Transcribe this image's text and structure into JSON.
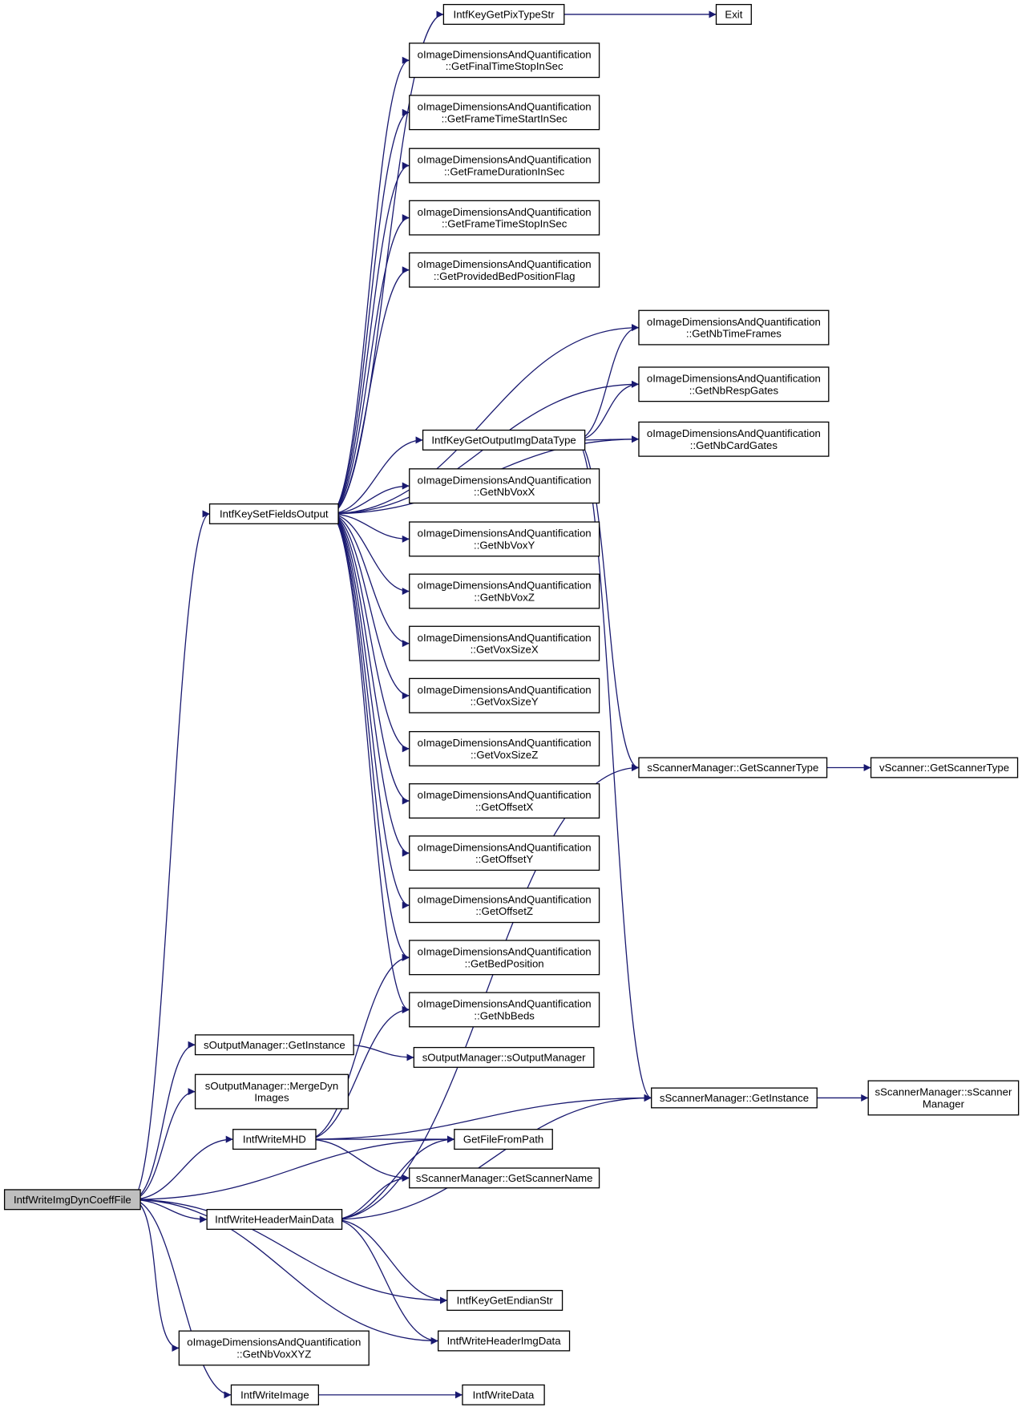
{
  "diagram": {
    "colors": {
      "edge": "#191970",
      "node_border": "#000000",
      "root_fill": "#bfbfbf",
      "node_fill": "#ffffff"
    },
    "nodes": [
      {
        "id": "root",
        "lines": [
          "IntfWriteImgDynCoeffFile"
        ]
      },
      {
        "id": "setfields",
        "lines": [
          "IntfKeySetFieldsOutput"
        ]
      },
      {
        "id": "pixtype",
        "lines": [
          "IntfKeyGetPixTypeStr"
        ]
      },
      {
        "id": "exit",
        "lines": [
          "Exit"
        ]
      },
      {
        "id": "finaltimestop",
        "lines": [
          "oImageDimensionsAndQuantification",
          "::GetFinalTimeStopInSec"
        ]
      },
      {
        "id": "frametimestart",
        "lines": [
          "oImageDimensionsAndQuantification",
          "::GetFrameTimeStartInSec"
        ]
      },
      {
        "id": "frameduration",
        "lines": [
          "oImageDimensionsAndQuantification",
          "::GetFrameDurationInSec"
        ]
      },
      {
        "id": "frametimestop",
        "lines": [
          "oImageDimensionsAndQuantification",
          "::GetFrameTimeStopInSec"
        ]
      },
      {
        "id": "bedflag",
        "lines": [
          "oImageDimensionsAndQuantification",
          "::GetProvidedBedPositionFlag"
        ]
      },
      {
        "id": "nbtimeframes",
        "lines": [
          "oImageDimensionsAndQuantification",
          "::GetNbTimeFrames"
        ]
      },
      {
        "id": "nbrespgates",
        "lines": [
          "oImageDimensionsAndQuantification",
          "::GetNbRespGates"
        ]
      },
      {
        "id": "nbcardgates",
        "lines": [
          "oImageDimensionsAndQuantification",
          "::GetNbCardGates"
        ]
      },
      {
        "id": "outputimgdatatype",
        "lines": [
          "IntfKeyGetOutputImgDataType"
        ]
      },
      {
        "id": "nbvoxx",
        "lines": [
          "oImageDimensionsAndQuantification",
          "::GetNbVoxX"
        ]
      },
      {
        "id": "nbvoxy",
        "lines": [
          "oImageDimensionsAndQuantification",
          "::GetNbVoxY"
        ]
      },
      {
        "id": "nbvoxz",
        "lines": [
          "oImageDimensionsAndQuantification",
          "::GetNbVoxZ"
        ]
      },
      {
        "id": "voxsizex",
        "lines": [
          "oImageDimensionsAndQuantification",
          "::GetVoxSizeX"
        ]
      },
      {
        "id": "voxsizey",
        "lines": [
          "oImageDimensionsAndQuantification",
          "::GetVoxSizeY"
        ]
      },
      {
        "id": "voxsizez",
        "lines": [
          "oImageDimensionsAndQuantification",
          "::GetVoxSizeZ"
        ]
      },
      {
        "id": "offsetx",
        "lines": [
          "oImageDimensionsAndQuantification",
          "::GetOffsetX"
        ]
      },
      {
        "id": "offsety",
        "lines": [
          "oImageDimensionsAndQuantification",
          "::GetOffsetY"
        ]
      },
      {
        "id": "offsetz",
        "lines": [
          "oImageDimensionsAndQuantification",
          "::GetOffsetZ"
        ]
      },
      {
        "id": "bedposition",
        "lines": [
          "oImageDimensionsAndQuantification",
          "::GetBedPosition"
        ]
      },
      {
        "id": "nbbeds",
        "lines": [
          "oImageDimensionsAndQuantification",
          "::GetNbBeds"
        ]
      },
      {
        "id": "scannertype",
        "lines": [
          "sScannerManager::GetScannerType"
        ]
      },
      {
        "id": "vscannertype",
        "lines": [
          "vScanner::GetScannerType"
        ]
      },
      {
        "id": "outgetinstance",
        "lines": [
          "sOutputManager::GetInstance"
        ]
      },
      {
        "id": "outctor",
        "lines": [
          "sOutputManager::sOutputManager"
        ]
      },
      {
        "id": "mergedyn",
        "lines": [
          "sOutputManager::MergeDyn",
          "Images"
        ]
      },
      {
        "id": "writemhd",
        "lines": [
          "IntfWriteMHD"
        ]
      },
      {
        "id": "scangetinstance",
        "lines": [
          "sScannerManager::GetInstance"
        ]
      },
      {
        "id": "scanctor",
        "lines": [
          "sScannerManager::sScanner",
          "Manager"
        ]
      },
      {
        "id": "getfilefrompath",
        "lines": [
          "GetFileFromPath"
        ]
      },
      {
        "id": "scannername",
        "lines": [
          "sScannerManager::GetScannerName"
        ]
      },
      {
        "id": "headermain",
        "lines": [
          "IntfWriteHeaderMainData"
        ]
      },
      {
        "id": "endianstr",
        "lines": [
          "IntfKeyGetEndianStr"
        ]
      },
      {
        "id": "headerimg",
        "lines": [
          "IntfWriteHeaderImgData"
        ]
      },
      {
        "id": "nbvoxxyz",
        "lines": [
          "oImageDimensionsAndQuantification",
          "::GetNbVoxXYZ"
        ]
      },
      {
        "id": "writeimage",
        "lines": [
          "IntfWriteImage"
        ]
      },
      {
        "id": "writedata",
        "lines": [
          "IntfWriteData"
        ]
      }
    ],
    "edges": [
      {
        "from": "root",
        "to": "setfields"
      },
      {
        "from": "root",
        "to": "outgetinstance"
      },
      {
        "from": "root",
        "to": "mergedyn"
      },
      {
        "from": "root",
        "to": "writemhd"
      },
      {
        "from": "root",
        "to": "getfilefrompath"
      },
      {
        "from": "root",
        "to": "headermain"
      },
      {
        "from": "root",
        "to": "endianstr"
      },
      {
        "from": "root",
        "to": "headerimg"
      },
      {
        "from": "root",
        "to": "nbvoxxyz"
      },
      {
        "from": "root",
        "to": "writeimage"
      },
      {
        "from": "setfields",
        "to": "pixtype"
      },
      {
        "from": "setfields",
        "to": "finaltimestop"
      },
      {
        "from": "setfields",
        "to": "frametimestart"
      },
      {
        "from": "setfields",
        "to": "frameduration"
      },
      {
        "from": "setfields",
        "to": "frametimestop"
      },
      {
        "from": "setfields",
        "to": "bedflag"
      },
      {
        "from": "setfields",
        "to": "nbtimeframes"
      },
      {
        "from": "setfields",
        "to": "nbrespgates"
      },
      {
        "from": "setfields",
        "to": "nbcardgates"
      },
      {
        "from": "setfields",
        "to": "outputimgdatatype"
      },
      {
        "from": "setfields",
        "to": "nbvoxx"
      },
      {
        "from": "setfields",
        "to": "nbvoxy"
      },
      {
        "from": "setfields",
        "to": "nbvoxz"
      },
      {
        "from": "setfields",
        "to": "voxsizex"
      },
      {
        "from": "setfields",
        "to": "voxsizey"
      },
      {
        "from": "setfields",
        "to": "voxsizez"
      },
      {
        "from": "setfields",
        "to": "offsetx"
      },
      {
        "from": "setfields",
        "to": "offsety"
      },
      {
        "from": "setfields",
        "to": "offsetz"
      },
      {
        "from": "setfields",
        "to": "bedposition"
      },
      {
        "from": "setfields",
        "to": "nbbeds"
      },
      {
        "from": "pixtype",
        "to": "exit"
      },
      {
        "from": "outputimgdatatype",
        "to": "nbtimeframes"
      },
      {
        "from": "outputimgdatatype",
        "to": "nbrespgates"
      },
      {
        "from": "outputimgdatatype",
        "to": "nbcardgates"
      },
      {
        "from": "outputimgdatatype",
        "to": "scannertype"
      },
      {
        "from": "outputimgdatatype",
        "to": "scangetinstance"
      },
      {
        "from": "scannertype",
        "to": "vscannertype"
      },
      {
        "from": "outgetinstance",
        "to": "outctor"
      },
      {
        "from": "writemhd",
        "to": "bedposition"
      },
      {
        "from": "writemhd",
        "to": "nbbeds"
      },
      {
        "from": "writemhd",
        "to": "scangetinstance"
      },
      {
        "from": "writemhd",
        "to": "getfilefrompath"
      },
      {
        "from": "writemhd",
        "to": "scannername"
      },
      {
        "from": "headermain",
        "to": "getfilefrompath"
      },
      {
        "from": "headermain",
        "to": "scannername"
      },
      {
        "from": "headermain",
        "to": "scannertype"
      },
      {
        "from": "headermain",
        "to": "scangetinstance"
      },
      {
        "from": "headermain",
        "to": "endianstr"
      },
      {
        "from": "headermain",
        "to": "headerimg"
      },
      {
        "from": "scangetinstance",
        "to": "scanctor"
      },
      {
        "from": "writeimage",
        "to": "writedata"
      }
    ]
  }
}
